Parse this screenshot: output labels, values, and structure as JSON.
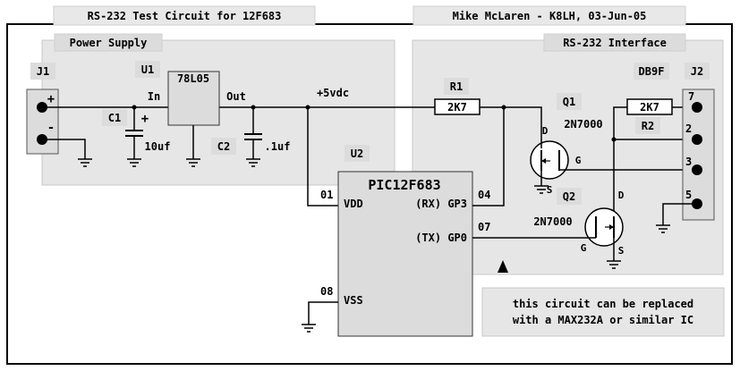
{
  "header": {
    "title": "RS-232 Test Circuit for 12F683",
    "author": "Mike McLaren - K8LH, 03-Jun-05"
  },
  "sections": {
    "power_supply": "Power Supply",
    "rs232_interface": "RS-232 Interface"
  },
  "parts": {
    "j1": "J1",
    "j2": "J2",
    "db9f": "DB9F",
    "u1": "U1",
    "u1_value": "78L05",
    "u1_in": "In",
    "u1_out": "Out",
    "c1": "C1",
    "c1_value": "10uf",
    "c1_polarity": "+",
    "c2": "C2",
    "c2_value": ".1uf",
    "r1": "R1",
    "r1_value": "2K7",
    "r2": "R2",
    "r2_value": "2K7",
    "q1": "Q1",
    "q1_type": "2N7000",
    "q2": "Q2",
    "q2_type": "2N7000",
    "u2": "U2",
    "u2_name": "PIC12F683"
  },
  "j1_pins": {
    "plus": "+",
    "minus": "-"
  },
  "nets": {
    "vcc": "+5vdc"
  },
  "pic_pins": {
    "pin01": "01",
    "vdd": "VDD",
    "pin04": "04",
    "gp3": "(RX) GP3",
    "pin07": "07",
    "gp0": "(TX) GP0",
    "pin08": "08",
    "vss": "VSS"
  },
  "mosfet_pins": {
    "q1_d": "D",
    "q1_g": "G",
    "q1_s": "S",
    "q2_d": "D",
    "q2_g": "G",
    "q2_s": "S"
  },
  "db9_pins": [
    "7",
    "2",
    "3",
    "5"
  ],
  "note": {
    "line1": "this circuit can be replaced",
    "line2": "with a MAX232A or similar IC"
  }
}
